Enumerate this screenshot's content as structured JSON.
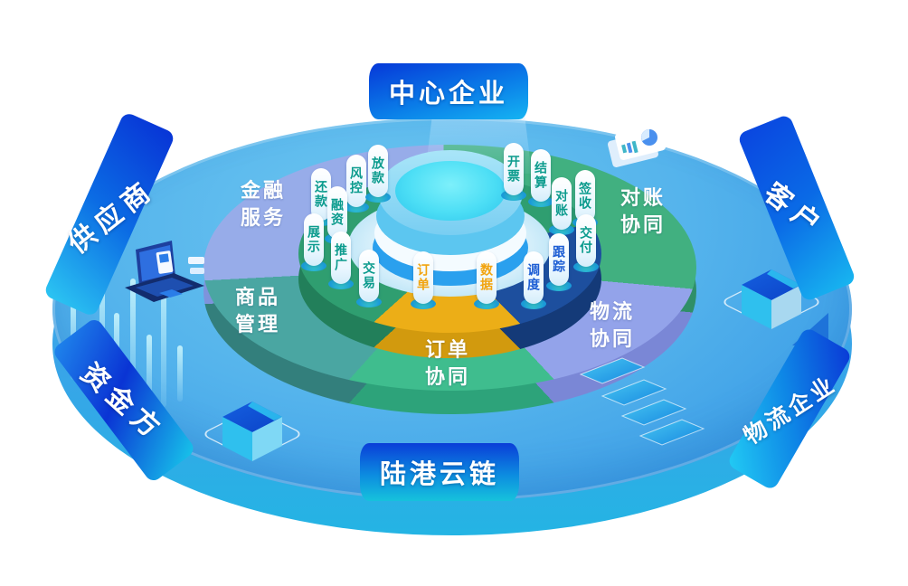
{
  "banners": [
    {
      "id": "center-enterprise",
      "label": "中心企业",
      "position": "top"
    },
    {
      "id": "supplier",
      "label": "供应商",
      "position": "upper-left"
    },
    {
      "id": "funder",
      "label": "资金方",
      "position": "lower-left"
    },
    {
      "id": "customer",
      "label": "客户",
      "position": "upper-right"
    },
    {
      "id": "logistics-enterprise",
      "label": "物流企业",
      "position": "lower-right"
    },
    {
      "id": "lugang-cloud-chain",
      "label": "陆港云链",
      "position": "bottom"
    }
  ],
  "segments": [
    {
      "id": "financial-services",
      "label": "金融服务",
      "lines": [
        "金融",
        "服务"
      ],
      "color": "#97ace9"
    },
    {
      "id": "reconciliation-collab",
      "label": "对账协同",
      "lines": [
        "对账",
        "协同"
      ],
      "color": "#41b080"
    },
    {
      "id": "goods-management",
      "label": "商品管理",
      "lines": [
        "商品",
        "管理"
      ],
      "color": "#4aa6a2"
    },
    {
      "id": "order-collab",
      "label": "订单协同",
      "lines": [
        "订单",
        "协同"
      ],
      "color": "#3fbd8e"
    },
    {
      "id": "logistics-collab",
      "label": "物流协同",
      "lines": [
        "物流",
        "协同"
      ],
      "color": "#93a3ea"
    }
  ],
  "pillars": [
    {
      "label": "还款",
      "group": "finance"
    },
    {
      "label": "风控",
      "group": "finance"
    },
    {
      "label": "放款",
      "group": "finance"
    },
    {
      "label": "融资",
      "group": "finance"
    },
    {
      "label": "展示",
      "group": "goods"
    },
    {
      "label": "推广",
      "group": "goods"
    },
    {
      "label": "交易",
      "group": "goods"
    },
    {
      "label": "开票",
      "group": "reconciliation"
    },
    {
      "label": "结算",
      "group": "reconciliation"
    },
    {
      "label": "对账",
      "group": "reconciliation"
    },
    {
      "label": "签收",
      "group": "reconciliation"
    },
    {
      "label": "交付",
      "group": "reconciliation"
    },
    {
      "label": "跟踪",
      "group": "logistics"
    },
    {
      "label": "调度",
      "group": "logistics"
    },
    {
      "label": "订单",
      "group": "core"
    },
    {
      "label": "数据",
      "group": "core"
    }
  ],
  "icons": [
    "laptop-icon",
    "report-document-icon",
    "cube-icon",
    "steps-icon",
    "light-beam",
    "center-cylinder"
  ],
  "colors": {
    "disc_top": "#55b4ec",
    "disc_side": "#2f9fe6",
    "segment_finance": "#97ace9",
    "segment_reconciliation": "#41b080",
    "segment_goods": "#4aa6a2",
    "segment_order": "#3fbd8e",
    "segment_logistics": "#93a3ea",
    "inner_green": "#2f9e70",
    "inner_navy": "#1d4f9e",
    "inner_gold": "#ecae17",
    "banner_blue_dark": "#0838d8",
    "banner_cyan": "#1ec8f0",
    "pillar_text_teal": "#0b9b8d",
    "pillar_text_blue": "#1d5ed4",
    "pillar_text_orange": "#f2a40f",
    "center_pool": "#4cdef5"
  }
}
